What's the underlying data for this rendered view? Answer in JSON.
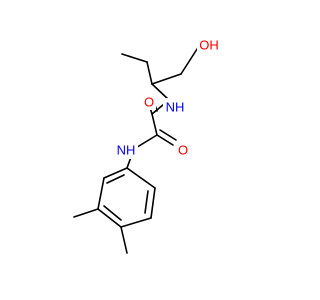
{
  "molecule": {
    "atoms": {
      "hydroxyl": "OH",
      "amide_nh_upper": "NH",
      "amide_nh_lower": "NH",
      "carbonyl_o_upper": "O",
      "carbonyl_o_lower": "O"
    },
    "colors": {
      "bond": "#000000",
      "oxygen": "#ff0000",
      "nitrogen": "#0000ff"
    }
  }
}
